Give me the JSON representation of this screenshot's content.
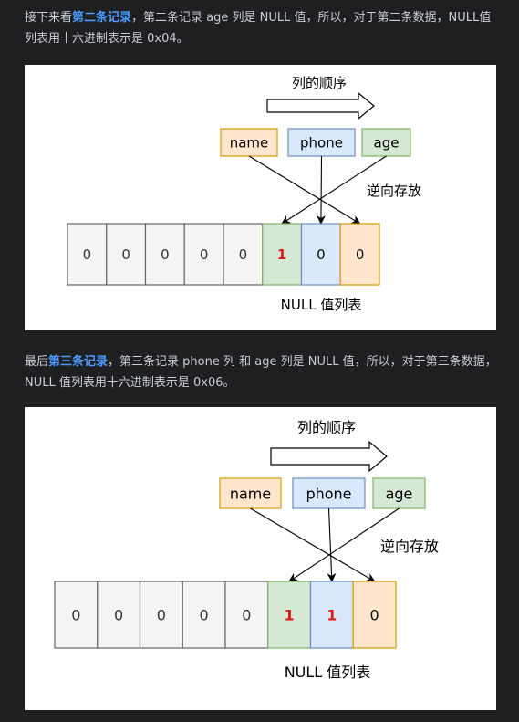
{
  "paragraph1": {
    "before": "接下来看",
    "highlight": "第二条记录",
    "after": "，第二条记录 age 列是 NULL 值，所以，对于第二条数据，NULL值列表用十六进制表示是 0x04。"
  },
  "paragraph2": {
    "before": "最后",
    "highlight": "第三条记录",
    "after": "，第三条记录 phone 列 和 age 列是 NULL 值，所以，对于第三条数据，NULL 值列表用十六进制表示是 0x06。"
  },
  "diagrams": [
    {
      "order_label": "列的顺序",
      "columns": [
        {
          "label": "name",
          "fill": "#ffe6cc",
          "stroke": "#d79b00"
        },
        {
          "label": "phone",
          "fill": "#dae8fc",
          "stroke": "#6c8ebf"
        },
        {
          "label": "age",
          "fill": "#d5e8d4",
          "stroke": "#82b366"
        }
      ],
      "reverse_label": "逆向存放",
      "cells": [
        {
          "value": "0",
          "fill": "#f5f5f5",
          "stroke": "#666666",
          "color": "#333333"
        },
        {
          "value": "0",
          "fill": "#f5f5f5",
          "stroke": "#666666",
          "color": "#333333"
        },
        {
          "value": "0",
          "fill": "#f5f5f5",
          "stroke": "#666666",
          "color": "#333333"
        },
        {
          "value": "0",
          "fill": "#f5f5f5",
          "stroke": "#666666",
          "color": "#333333"
        },
        {
          "value": "0",
          "fill": "#f5f5f5",
          "stroke": "#666666",
          "color": "#333333"
        },
        {
          "value": "1",
          "fill": "#d5e8d4",
          "stroke": "#82b366",
          "color": "#e01b1b"
        },
        {
          "value": "0",
          "fill": "#dae8fc",
          "stroke": "#6c8ebf",
          "color": "#111111"
        },
        {
          "value": "0",
          "fill": "#ffe6cc",
          "stroke": "#d79b00",
          "color": "#111111"
        }
      ],
      "caption": "NULL 值列表"
    },
    {
      "order_label": "列的顺序",
      "columns": [
        {
          "label": "name",
          "fill": "#ffe6cc",
          "stroke": "#d79b00"
        },
        {
          "label": "phone",
          "fill": "#dae8fc",
          "stroke": "#6c8ebf"
        },
        {
          "label": "age",
          "fill": "#d5e8d4",
          "stroke": "#82b366"
        }
      ],
      "reverse_label": "逆向存放",
      "cells": [
        {
          "value": "0",
          "fill": "#f5f5f5",
          "stroke": "#666666",
          "color": "#333333"
        },
        {
          "value": "0",
          "fill": "#f5f5f5",
          "stroke": "#666666",
          "color": "#333333"
        },
        {
          "value": "0",
          "fill": "#f5f5f5",
          "stroke": "#666666",
          "color": "#333333"
        },
        {
          "value": "0",
          "fill": "#f5f5f5",
          "stroke": "#666666",
          "color": "#333333"
        },
        {
          "value": "0",
          "fill": "#f5f5f5",
          "stroke": "#666666",
          "color": "#333333"
        },
        {
          "value": "1",
          "fill": "#d5e8d4",
          "stroke": "#82b366",
          "color": "#e01b1b"
        },
        {
          "value": "1",
          "fill": "#dae8fc",
          "stroke": "#6c8ebf",
          "color": "#e01b1b"
        },
        {
          "value": "0",
          "fill": "#ffe6cc",
          "stroke": "#d79b00",
          "color": "#111111"
        }
      ],
      "caption": "NULL 值列表"
    }
  ]
}
